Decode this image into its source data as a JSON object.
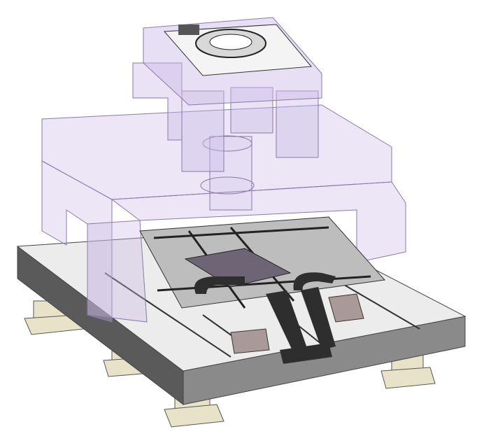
{
  "colors": {
    "background": "#ffffff",
    "base_top": "#ececec",
    "base_front": "#7a7a7a",
    "base_side": "#5a5a5a",
    "frame_fill": "#c9b8e6",
    "frame_stroke": "#8a7aa8",
    "stage_plate": "#6d6575",
    "cable_chain": "#2e2e2e",
    "feet": "#e8e2c8"
  },
  "parts": [
    "base-slab",
    "support-feet",
    "gantry-frame",
    "top-module",
    "ring-bearing",
    "xy-stage",
    "cable-chains"
  ]
}
